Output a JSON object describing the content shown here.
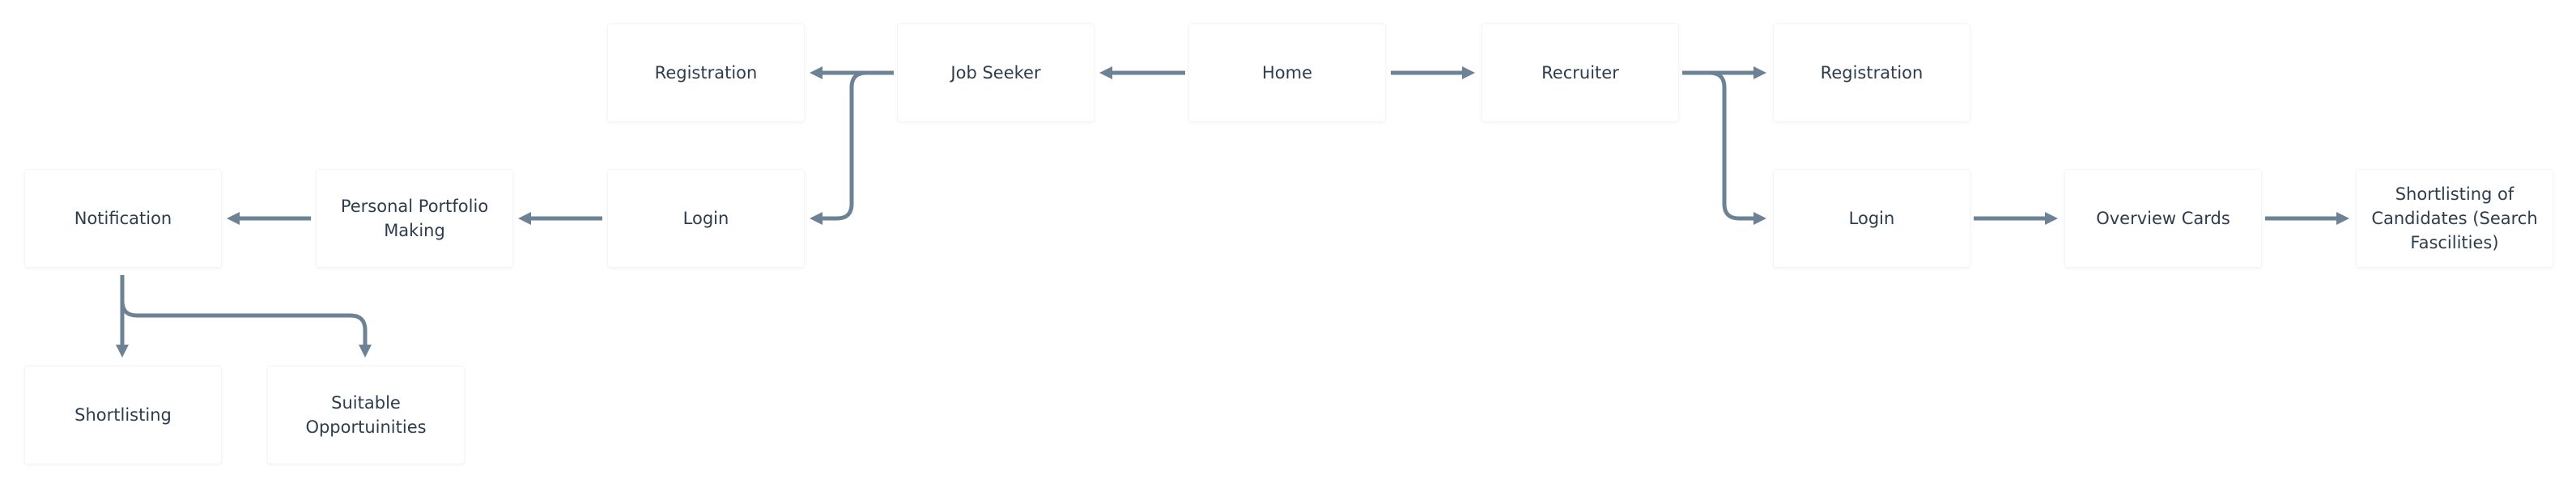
{
  "diagram": {
    "nodes": {
      "home": "Home",
      "job_seeker": "Job Seeker",
      "recruiter": "Recruiter",
      "js_registration": "Registration",
      "js_login": "Login",
      "portfolio": "Personal Portfolio Making",
      "notification": "Notification",
      "shortlisting": "Shortlisting",
      "opportunities": "Suitable Opportuinities",
      "rec_registration": "Registration",
      "rec_login": "Login",
      "overview_cards": "Overview Cards",
      "candidates": "Shortlisting of Candidates (Search Fascilities)"
    },
    "colors": {
      "connector": "#6e8295",
      "node_text": "#2e3d4d",
      "node_fill": "#ffffff"
    }
  }
}
